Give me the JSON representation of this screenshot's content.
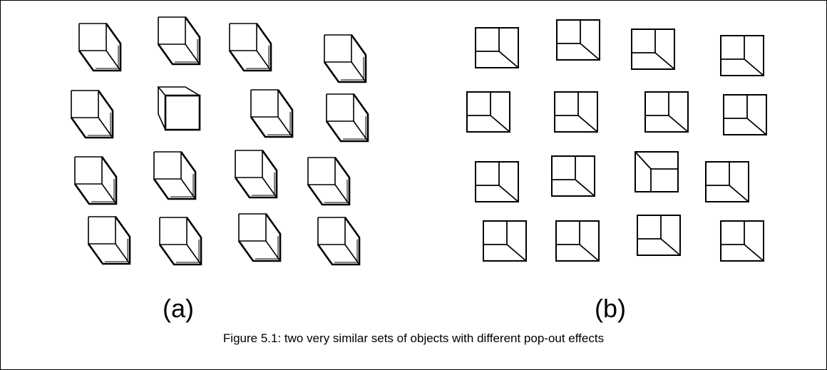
{
  "panels": {
    "a": {
      "label": "(a)",
      "items": [
        {
          "shape": "cube",
          "orientation": "standard"
        },
        {
          "shape": "cube",
          "orientation": "standard"
        },
        {
          "shape": "cube",
          "orientation": "standard"
        },
        {
          "shape": "cube",
          "orientation": "standard"
        },
        {
          "shape": "cube",
          "orientation": "standard"
        },
        {
          "shape": "cube",
          "orientation": "flipped"
        },
        {
          "shape": "cube",
          "orientation": "standard"
        },
        {
          "shape": "cube",
          "orientation": "standard"
        },
        {
          "shape": "cube",
          "orientation": "standard"
        },
        {
          "shape": "cube",
          "orientation": "standard"
        },
        {
          "shape": "cube",
          "orientation": "standard"
        },
        {
          "shape": "cube",
          "orientation": "standard"
        },
        {
          "shape": "cube",
          "orientation": "standard"
        },
        {
          "shape": "cube",
          "orientation": "standard"
        },
        {
          "shape": "cube",
          "orientation": "standard"
        },
        {
          "shape": "cube",
          "orientation": "standard"
        }
      ]
    },
    "b": {
      "label": "(b)",
      "items": [
        {
          "shape": "square-glyph",
          "orientation": "standard"
        },
        {
          "shape": "square-glyph",
          "orientation": "standard"
        },
        {
          "shape": "square-glyph",
          "orientation": "standard"
        },
        {
          "shape": "square-glyph",
          "orientation": "standard"
        },
        {
          "shape": "square-glyph",
          "orientation": "standard"
        },
        {
          "shape": "square-glyph",
          "orientation": "standard"
        },
        {
          "shape": "square-glyph",
          "orientation": "standard"
        },
        {
          "shape": "square-glyph",
          "orientation": "standard"
        },
        {
          "shape": "square-glyph",
          "orientation": "standard"
        },
        {
          "shape": "square-glyph",
          "orientation": "standard"
        },
        {
          "shape": "square-glyph",
          "orientation": "flipped"
        },
        {
          "shape": "square-glyph",
          "orientation": "standard"
        },
        {
          "shape": "square-glyph",
          "orientation": "standard"
        },
        {
          "shape": "square-glyph",
          "orientation": "standard"
        },
        {
          "shape": "square-glyph",
          "orientation": "standard"
        },
        {
          "shape": "square-glyph",
          "orientation": "standard"
        }
      ]
    }
  },
  "caption": "Figure 5.1: two very similar sets of objects with different pop-out effects",
  "colors": {
    "stroke": "#000000",
    "background": "#ffffff",
    "border": "#000000"
  }
}
